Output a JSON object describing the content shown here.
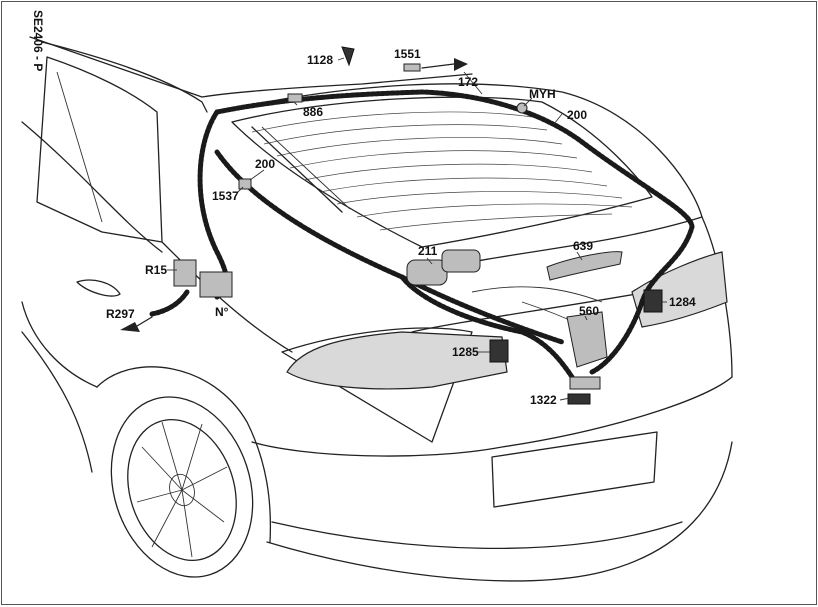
{
  "figure_code": "SE2406 - P",
  "labels": {
    "l1128": "1128",
    "l1551": "1551",
    "l172": "172",
    "lMYH": "MYH",
    "l200a": "200",
    "l886": "886",
    "l200b": "200",
    "l1537": "1537",
    "l211": "211",
    "l639": "639",
    "lR15": "R15",
    "lR297": "R297",
    "lN": "N°",
    "l560": "560",
    "l1284": "1284",
    "l1285": "1285",
    "l1322": "1322"
  }
}
